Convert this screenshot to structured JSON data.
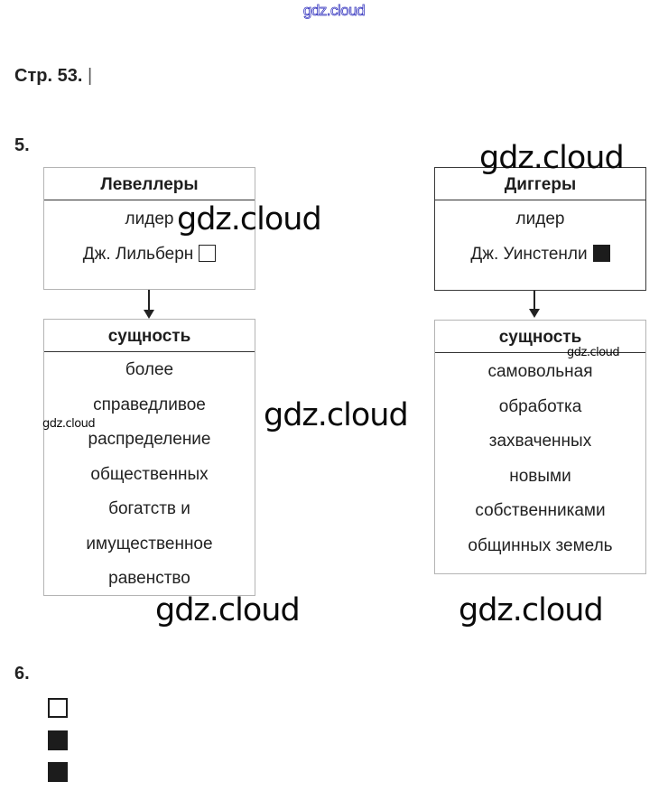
{
  "watermark": "gdz.cloud",
  "page_ref": "Стр. 53.",
  "page_ref_cursor": "|",
  "task5": {
    "number": "5.",
    "left": {
      "title": "Левеллеры",
      "leader_label": "лидер",
      "leader_name": "Дж. Лильберн",
      "leader_checked": false,
      "essence_title": "сущность",
      "essence_lines": [
        "более",
        "справедливое",
        "распределение",
        "общественных",
        "богатств и",
        "имущественное",
        "равенство"
      ]
    },
    "right": {
      "title": "Диггеры",
      "leader_label": "лидер",
      "leader_name": "Дж. Уинстенли",
      "leader_checked": true,
      "essence_title": "сущность",
      "essence_lines": [
        "самовольная",
        "обработка",
        "захваченных",
        "новыми",
        "собственниками",
        "общинных земель"
      ]
    }
  },
  "task6": {
    "number": "6.",
    "answers": [
      {
        "checked": false
      },
      {
        "checked": true
      },
      {
        "checked": true
      }
    ]
  }
}
